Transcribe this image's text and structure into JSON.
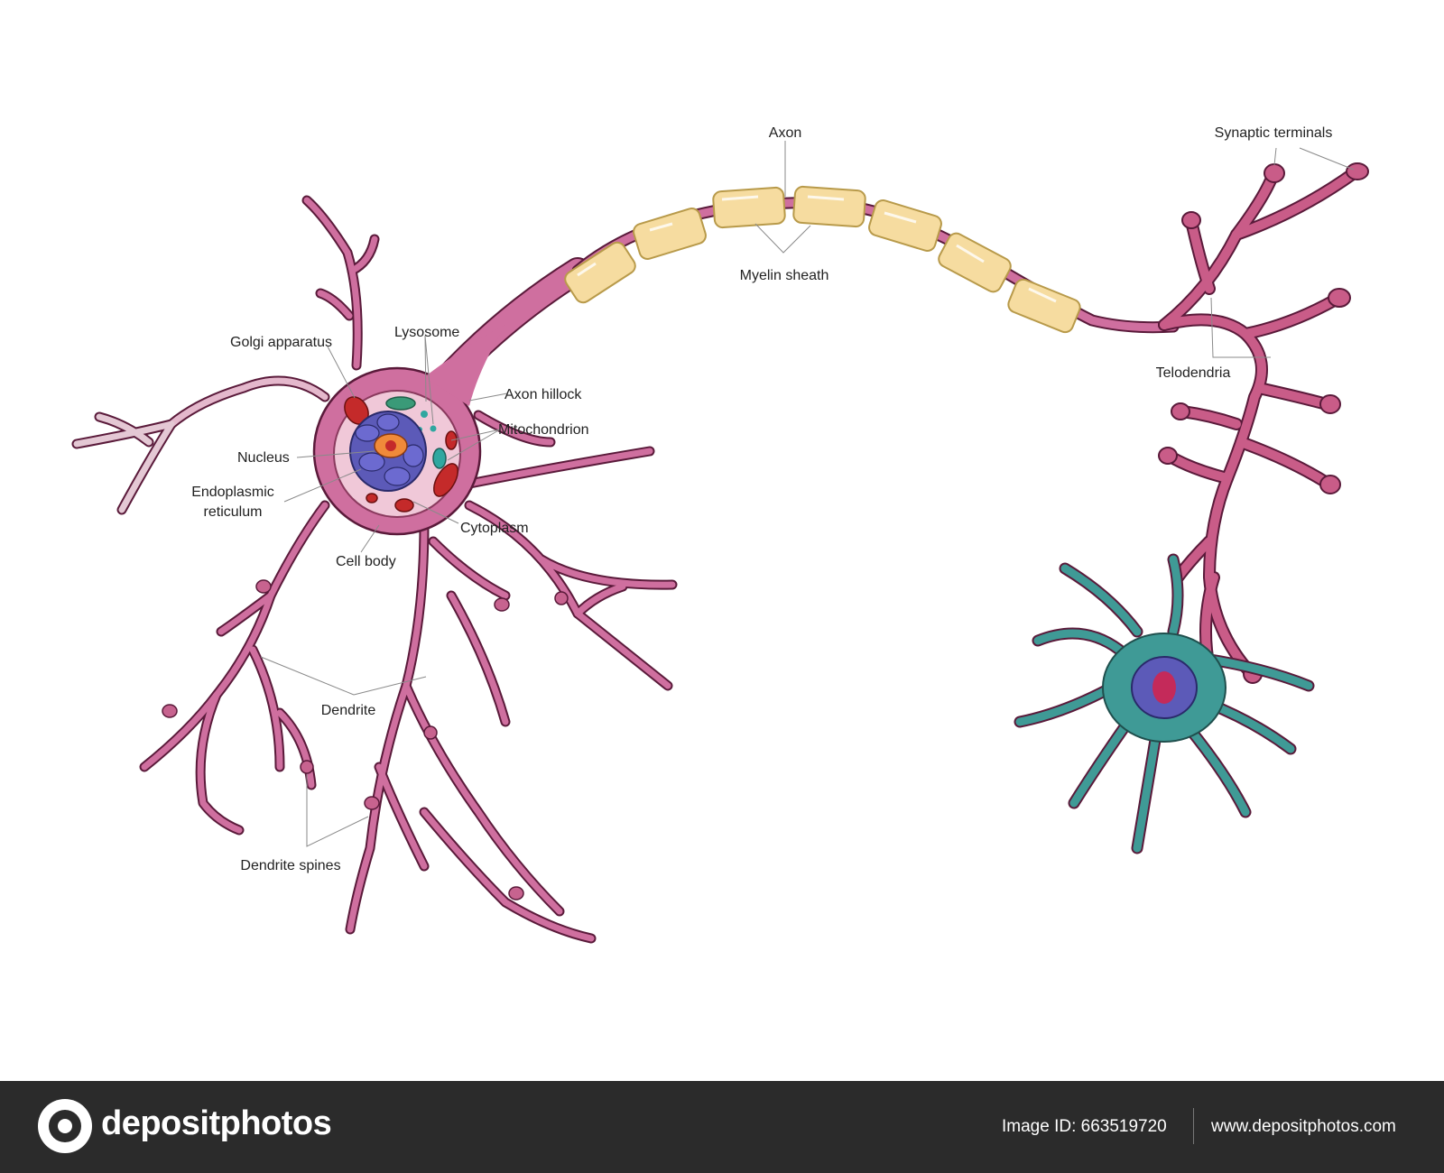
{
  "labels": {
    "axon": "Axon",
    "synaptic_terminals": "Synaptic terminals",
    "myelin_sheath": "Myelin sheath",
    "telodendria": "Telodendria",
    "golgi": "Golgi apparatus",
    "lysosome": "Lysosome",
    "axon_hillock": "Axon hillock",
    "mitochondrion": "Mitochondrion",
    "nucleus": "Nucleus",
    "er_line1": "Endoplasmic",
    "er_line2": "reticulum",
    "cytoplasm": "Cytoplasm",
    "cell_body": "Cell body",
    "dendrite": "Dendrite",
    "dendrite_spines": "Dendrite spines"
  },
  "footer": {
    "logo_text": "depositphotos",
    "image_id": "Image ID: 663519720",
    "website": "www.depositphotos.com"
  },
  "colors": {
    "neuron": "#cf6f9f",
    "neuron_dark": "#5a1a3a",
    "myelin": "#f6dca0",
    "target_cell": "#3f9a96",
    "nucleus": "#5c5ab8",
    "organelle_red": "#c42a2a",
    "footer_bg": "#2b2b2b"
  }
}
